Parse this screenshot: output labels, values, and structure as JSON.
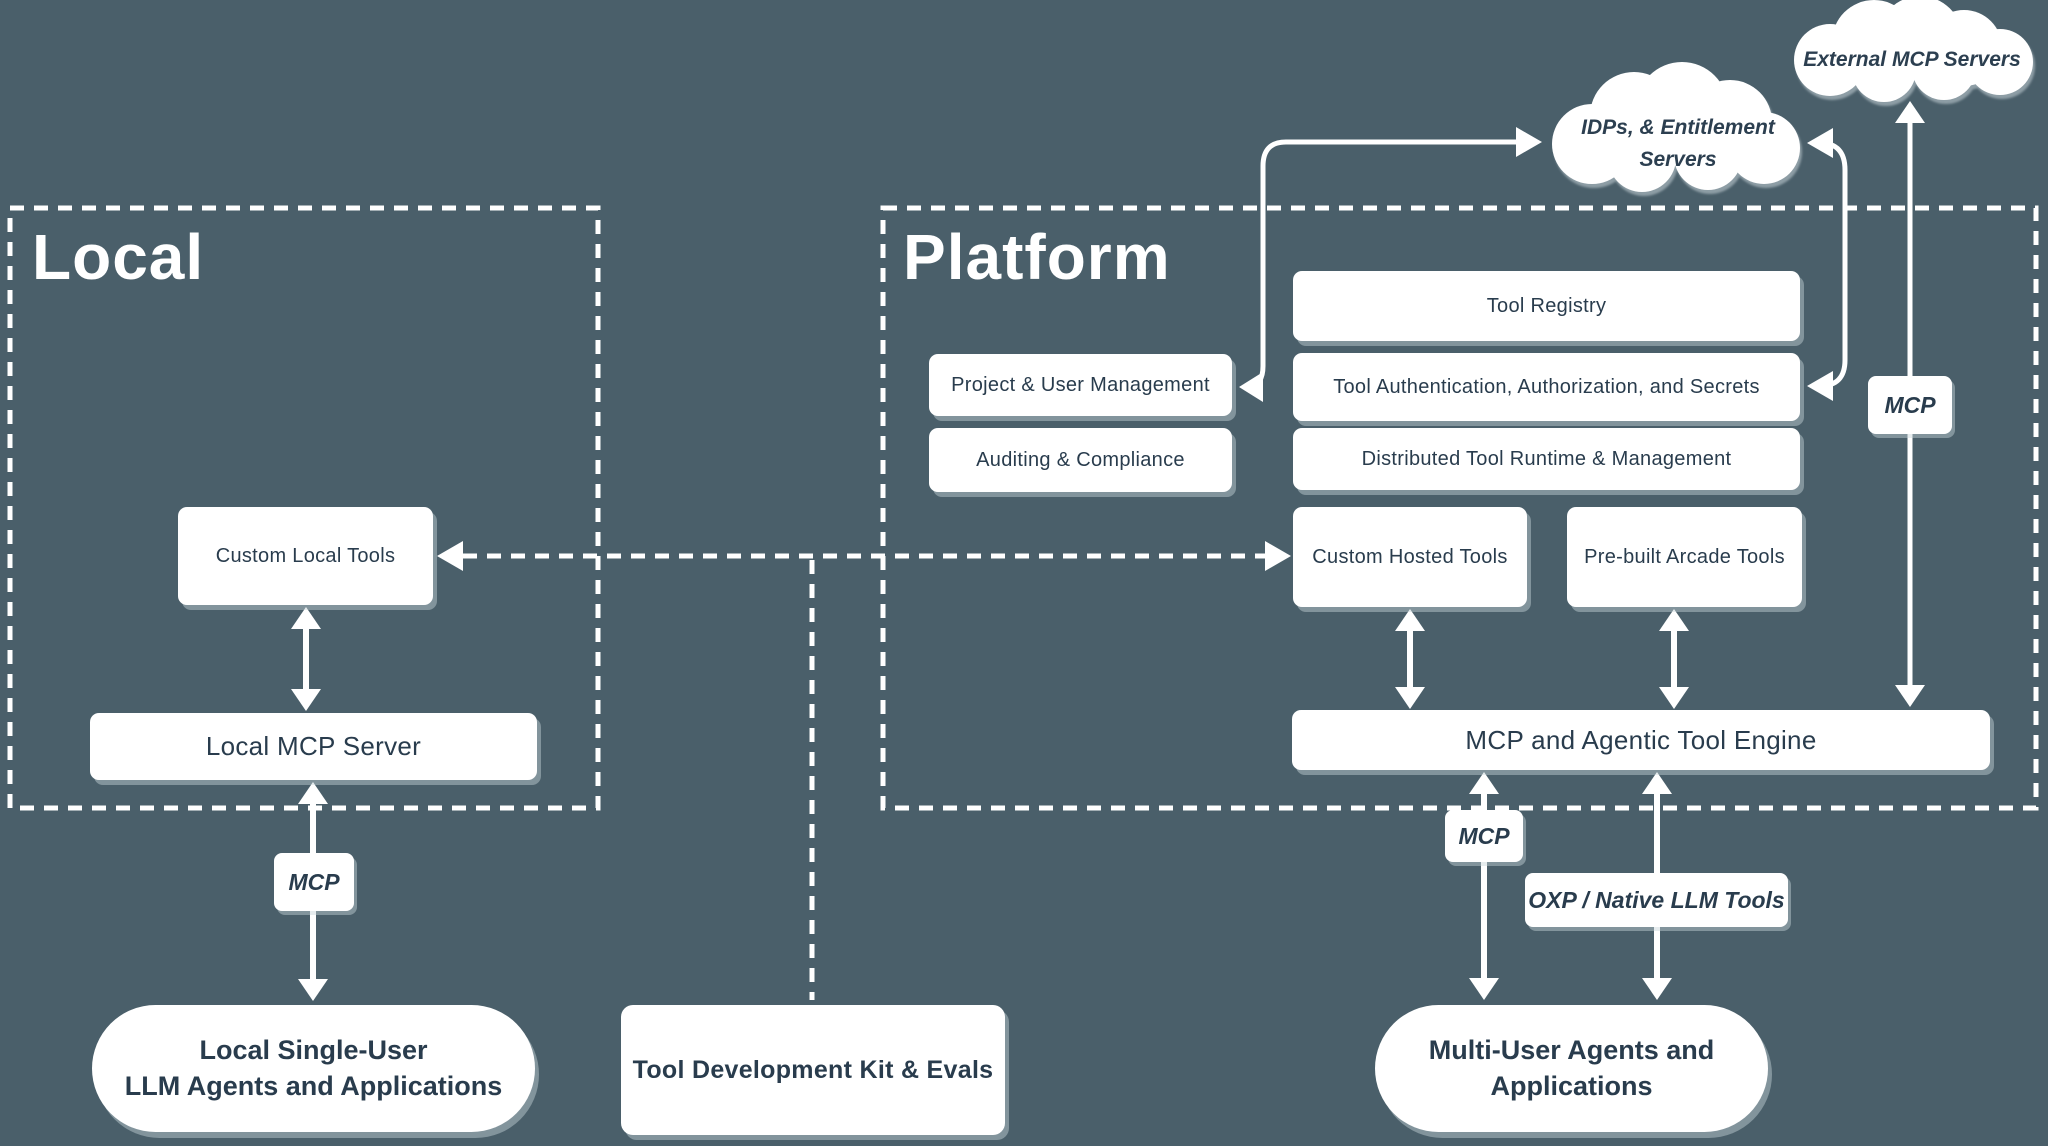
{
  "colors": {
    "background": "#4a5f6a",
    "shape_fill": "#ffffff",
    "text": "#293c4d",
    "line": "#ffffff"
  },
  "regions": {
    "local": {
      "title": "Local"
    },
    "platform": {
      "title": "Platform"
    }
  },
  "clouds": {
    "external": {
      "label": "External MCP Servers"
    },
    "idps": {
      "line1": "IDPs, & Entitlement",
      "line2": "Servers"
    }
  },
  "platform_boxes": {
    "tool_registry": "Tool Registry",
    "project_user": "Project & User Management",
    "tool_auth": "Tool Authentication, Authorization, and Secrets",
    "auditing": "Auditing & Compliance",
    "runtime": "Distributed Tool Runtime & Management",
    "custom_hosted": "Custom Hosted Tools",
    "prebuilt": "Pre-built Arcade Tools",
    "engine": "MCP and Agentic Tool Engine"
  },
  "local_boxes": {
    "custom_local": "Custom Local Tools",
    "local_mcp": "Local MCP Server"
  },
  "protocol_labels": {
    "mcp_local": "MCP",
    "mcp_right": "MCP",
    "mcp_bottom": "MCP",
    "oxp": "OXP / Native LLM Tools"
  },
  "bottom_nodes": {
    "local_agents_line1": "Local Single-User",
    "local_agents_line2": "LLM Agents and Applications",
    "tdk": "Tool Development Kit & Evals",
    "multi_line1": "Multi-User Agents and",
    "multi_line2": "Applications"
  }
}
